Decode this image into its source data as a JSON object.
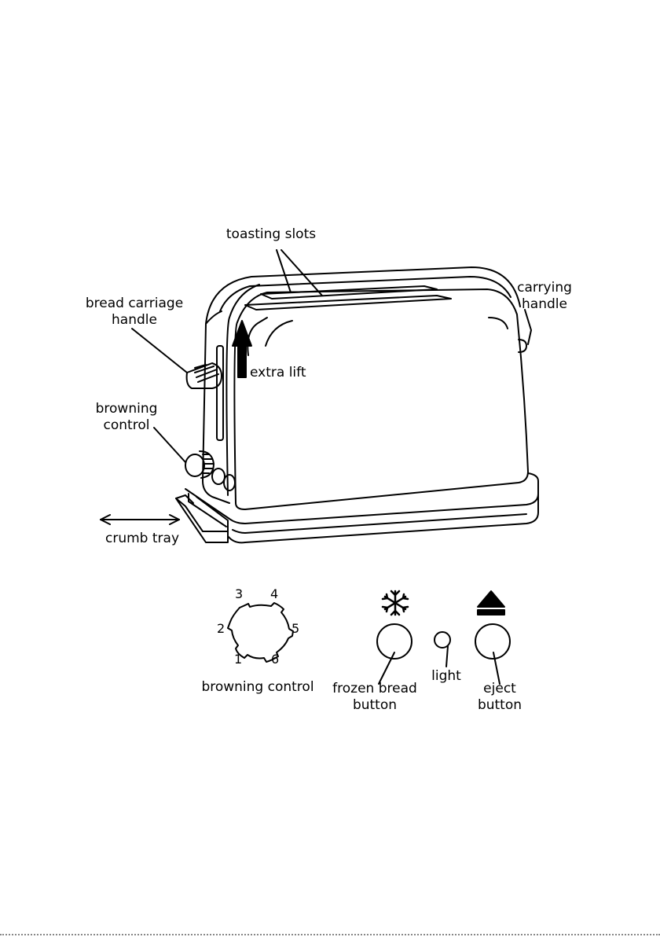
{
  "labels": {
    "toasting_slots": "toasting slots",
    "carrying_handle": [
      "carrying",
      "handle"
    ],
    "bread_carriage_handle": [
      "bread carriage",
      "handle"
    ],
    "extra_lift": "extra lift",
    "browning_control_side": [
      "browning",
      "control"
    ],
    "crumb_tray": "crumb tray"
  },
  "controls": {
    "dial_numbers": [
      "1",
      "2",
      "3",
      "4",
      "5",
      "6"
    ],
    "browning_control": "browning control",
    "frozen_bread_button": [
      "frozen bread",
      "button"
    ],
    "light": "light",
    "eject_button": [
      "eject",
      "button"
    ]
  },
  "icons": {
    "frozen": "snowflake-icon",
    "eject": "eject-icon",
    "lift": "up-arrow-icon",
    "tray": "double-arrow-icon"
  }
}
